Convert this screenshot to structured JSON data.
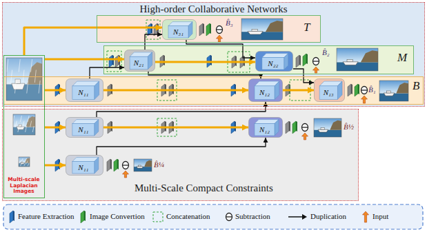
{
  "diagram": {
    "nodes": [
      {
        "text": [
          "High-order Collaborative Networks"
        ]
      },
      {
        "text": [
          "T"
        ],
        "in": 0
      },
      {
        "text": [
          "N₃₁"
        ],
        "in": 1
      },
      {
        "text": [
          "M"
        ],
        "in": 0
      },
      {
        "text": [
          "N₂₁"
        ],
        "in": 3
      },
      {
        "text": [
          "N₂₂"
        ],
        "in": 3
      },
      {
        "text": [
          "B"
        ],
        "in": 0
      },
      {
        "text": [
          "N₁₁"
        ],
        "in": 6
      },
      {
        "text": [
          "N₁₂"
        ],
        "in": 6
      },
      {
        "text": [
          "N₁₃"
        ],
        "in": 6
      },
      {
        "text": [
          "Multi-scale Laplacian Images"
        ]
      },
      {
        "text": [
          "Multi-Scale Compact Constraints"
        ]
      },
      {
        "text": [
          "N₁₁"
        ],
        "in": 11
      },
      {
        "text": [
          "N₁₂"
        ],
        "in": 11
      },
      {
        "text": [
          "N₁₁"
        ],
        "in": 11
      }
    ],
    "edges": [
      {
        "from": 10,
        "to": 2,
        "arrow": "to"
      },
      {
        "from": 10,
        "to": 4,
        "arrow": "to"
      },
      {
        "from": 10,
        "to": 7,
        "arrow": "to"
      },
      {
        "from": 10,
        "to": 12,
        "arrow": "to"
      },
      {
        "from": 10,
        "to": 14,
        "arrow": "to"
      },
      {
        "from": 7,
        "to": 8,
        "arrow": "to"
      },
      {
        "from": 8,
        "to": 9,
        "arrow": "to"
      },
      {
        "from": 7,
        "to": 4,
        "arrow": "to"
      },
      {
        "from": 4,
        "to": 5,
        "arrow": "to"
      },
      {
        "from": 4,
        "to": 2,
        "arrow": "to"
      },
      {
        "from": 2,
        "to": 5,
        "arrow": "to"
      },
      {
        "from": 4,
        "to": 8,
        "arrow": "to"
      },
      {
        "from": 5,
        "to": 9,
        "arrow": "to"
      },
      {
        "from": 12,
        "to": 13,
        "arrow": "to"
      },
      {
        "from": 14,
        "to": 13,
        "arrow": "to"
      },
      {
        "from": 12,
        "to": 8,
        "arrow": "to"
      }
    ],
    "labels": [
      "B̂₃",
      "B̂₂",
      "B̂₁",
      "B̂½",
      "B̂¼"
    ],
    "legend": [
      {
        "text": "Feature Extraction",
        "color": "#2f78c4"
      },
      {
        "text": "Image Convertion",
        "color": "#43a843"
      },
      {
        "text": "Concatenation"
      },
      {
        "text": "Subtraction"
      },
      {
        "text": "Duplication"
      },
      {
        "text": "Input"
      }
    ]
  }
}
